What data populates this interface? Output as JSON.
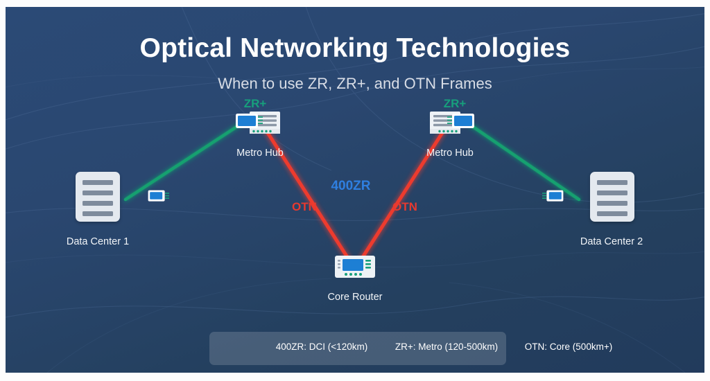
{
  "header": {
    "title": "Optical Networking Technologies",
    "subtitle": "When to use ZR, ZR+, and OTN Frames"
  },
  "colors": {
    "canvas_top": "#2b4a76",
    "canvas_bottom": "#223b5c",
    "zr_plus_green": "#17a07c",
    "otn_red": "#e8392f",
    "zr_blue": "#2f7fe0",
    "device_white": "#e9eef3",
    "screen_blue": "#1d7fd4",
    "label_white": "#f2f5f8"
  },
  "nodes": [
    {
      "id": "data-center-1",
      "label": "Data Center 1",
      "type": "datacenter"
    },
    {
      "id": "metro-hub-left",
      "label": "Metro Hub",
      "type": "metro-hub",
      "tech": "ZR+"
    },
    {
      "id": "core-router",
      "label": "Core Router",
      "type": "router"
    },
    {
      "id": "metro-hub-right",
      "label": "Metro Hub",
      "type": "metro-hub",
      "tech": "ZR+"
    },
    {
      "id": "data-center-2",
      "label": "Data Center 2",
      "type": "datacenter"
    }
  ],
  "links": [
    {
      "id": "dc1-metro-left",
      "from": "data-center-1",
      "to": "metro-hub-left",
      "technology": "ZR+",
      "color": "#17a07c"
    },
    {
      "id": "metro-left-core",
      "from": "metro-hub-left",
      "to": "core-router",
      "technology": "OTN",
      "color": "#e8392f",
      "label": "OTN"
    },
    {
      "id": "core-metro-right",
      "from": "core-router",
      "to": "metro-hub-right",
      "technology": "OTN",
      "color": "#e8392f",
      "label": "OTN"
    },
    {
      "id": "metro-right-dc2",
      "from": "metro-hub-right",
      "to": "data-center-2",
      "technology": "ZR+",
      "color": "#17a07c"
    }
  ],
  "tech_labels": {
    "zr_plus_left": "ZR+",
    "zr_plus_right": "ZR+",
    "otn_left": "OTN",
    "otn_right": "OTN",
    "zr_400": "400ZR"
  },
  "legend": {
    "items": [
      {
        "id": "legend-400zr",
        "text": "400ZR: DCI (<120km)"
      },
      {
        "id": "legend-zrplus",
        "text": "ZR+: Metro (120-500km)"
      },
      {
        "id": "legend-otn",
        "text": "OTN: Core (500km+)"
      }
    ]
  }
}
